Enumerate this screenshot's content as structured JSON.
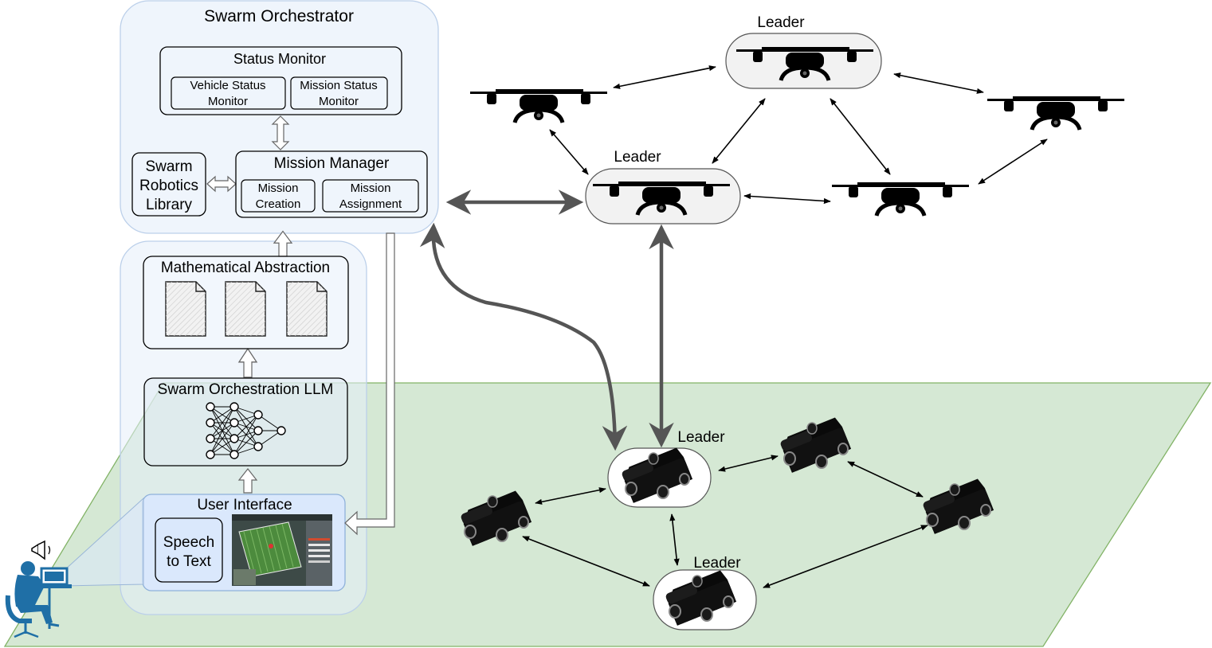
{
  "orchestrator": {
    "title": "Swarm Orchestrator",
    "status_monitor": {
      "title": "Status Monitor",
      "vehicle_status": [
        "Vehicle Status",
        "Monitor"
      ],
      "mission_status": [
        "Mission Status",
        "Monitor"
      ]
    },
    "library": [
      "Swarm",
      "Robotics",
      "Library"
    ],
    "mission_manager": {
      "title": "Mission Manager",
      "creation": [
        "Mission",
        "Creation"
      ],
      "assignment": [
        "Mission",
        "Assignment"
      ]
    }
  },
  "pipeline": {
    "math": "Mathematical Abstraction",
    "llm": "Swarm Orchestration LLM",
    "ui": "User Interface",
    "speech": [
      "Speech",
      "to Text"
    ]
  },
  "swarm": {
    "leader_label": "Leader"
  },
  "colors": {
    "orchestrator_fill": "#ecf3fc",
    "orchestrator_stroke": "#bcd0ea",
    "ground_fill": "#d5e8d4",
    "ground_stroke": "#82b366",
    "leader_fill": "#f2f2f2",
    "ui_fill": "#dae8fc",
    "arrow_dark": "#555555",
    "person": "#1f6fa6"
  }
}
